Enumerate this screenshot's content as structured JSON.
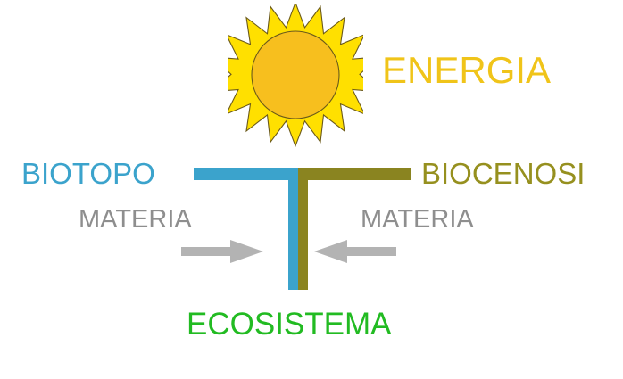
{
  "diagram": {
    "title": "Ecosistema",
    "language": "it",
    "background_color": "#ffffff"
  },
  "sun": {
    "icon": "sun-icon",
    "ray_count": 16,
    "ray_color": "#ffe000",
    "disc_color": "#f7bf1e",
    "outline_color": "#6b5a1a"
  },
  "labels": {
    "energia": {
      "text": "ENERGIA",
      "color": "#f0c419"
    },
    "biotopo": {
      "text": "BIOTOPO",
      "color": "#3ba3cc"
    },
    "biocenosi": {
      "text": "BIOCENOSI",
      "color": "#96901f"
    },
    "ecosistema": {
      "text": "ECOSISTEMA",
      "color": "#22bb22"
    },
    "materia_left": {
      "text": "MATERIA",
      "color": "#8e8e8e"
    },
    "materia_right": {
      "text": "MATERIA",
      "color": "#8e8e8e"
    }
  },
  "connector": {
    "left_branch_color": "#3ba3cc",
    "right_branch_color": "#8a8420",
    "stem_left_color": "#3ba3cc",
    "stem_right_color": "#8a8420",
    "shape": "t-junction"
  },
  "arrows": {
    "left": {
      "icon": "arrow-right-icon",
      "direction": "right",
      "color": "#b3b3b3",
      "meaning": "materia flows from biotopo into ecosistema"
    },
    "right": {
      "icon": "arrow-left-icon",
      "direction": "left",
      "color": "#b3b3b3",
      "meaning": "materia flows from biocenosi into ecosistema"
    }
  }
}
